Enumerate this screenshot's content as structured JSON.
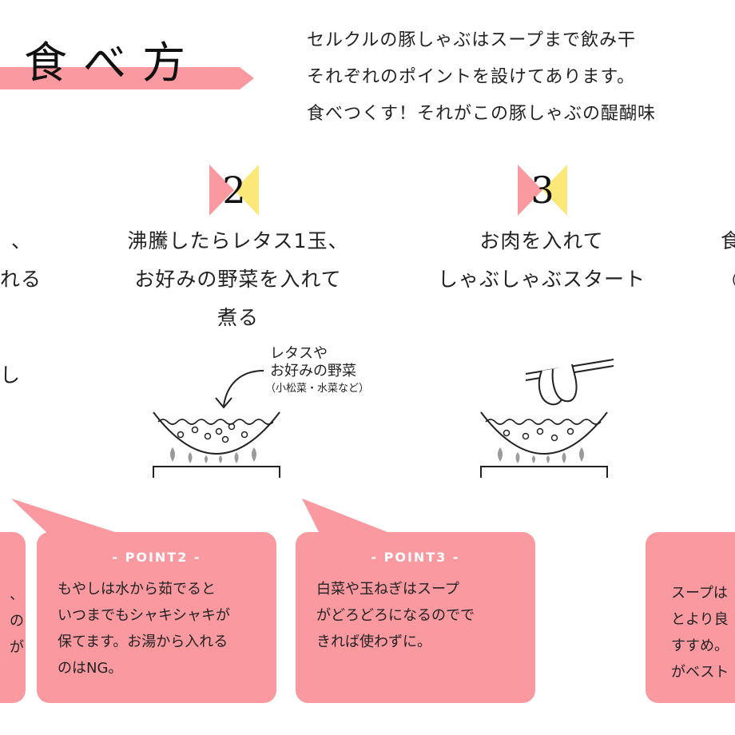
{
  "title": "食べ方",
  "intro": {
    "line1": "セルクルの豚しゃぶはスープまで飲み干",
    "line2": "それぞれのポイントを設けてあります。",
    "line3": "食べつくす！それがこの豚しゃぶの醍醐味"
  },
  "step1_partial": {
    "line1": "、",
    "line2": "れる",
    "line3": "し"
  },
  "step2": {
    "number": "2",
    "line1": "沸騰したらレタス1玉、",
    "line2": "お好みの野菜を入れて",
    "line3": "煮る",
    "annotation1": "レタスや",
    "annotation2": "お好みの野菜",
    "annotation3": "（小松菜・水菜など）"
  },
  "step3": {
    "number": "3",
    "line1": "お肉を入れて",
    "line2": "しゃぶしゃぶスタート"
  },
  "step4_partial": {
    "line1": "食",
    "line2": "("
  },
  "point1_partial": {
    "line1": "、",
    "line2": "の",
    "line3": "が"
  },
  "point2": {
    "title": "- POINT2 -",
    "line1": "もやしは水から茹でると",
    "line2": "いつまでもシャキシャキが",
    "line3": "保てます。お湯から入れる",
    "line4": "のはNG。"
  },
  "point3": {
    "title": "- POINT3 -",
    "line1": "白菜や玉ねぎはスープ",
    "line2": "がどろどろになるのでで",
    "line3": "きれば使わずに。"
  },
  "point4_partial": {
    "line1": "スープは",
    "line2": "とより良",
    "line3": "すすめ。",
    "line4": "がベスト"
  },
  "colors": {
    "pink": "#fa9aa0",
    "yellow": "#fbe878",
    "gray": "#9a9a9a"
  }
}
